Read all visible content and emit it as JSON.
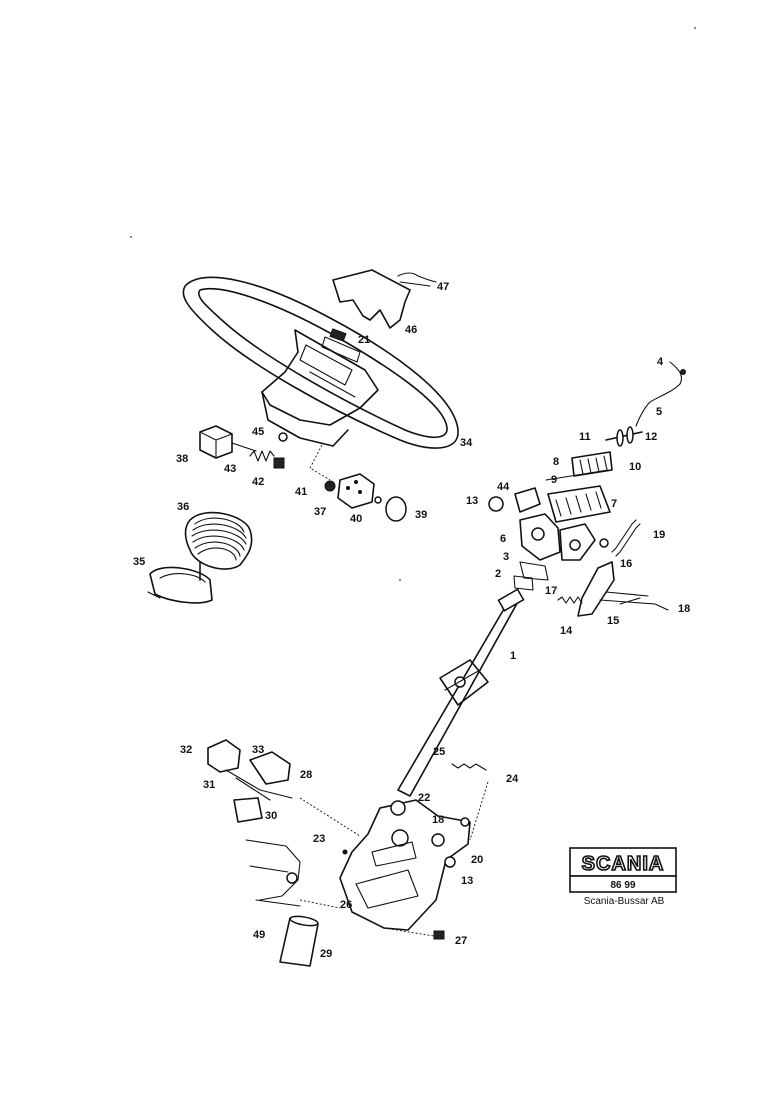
{
  "diagram": {
    "part_labels": [
      {
        "id": "47",
        "text": "47"
      },
      {
        "id": "46",
        "text": "46"
      },
      {
        "id": "21",
        "text": "21"
      },
      {
        "id": "4",
        "text": "4"
      },
      {
        "id": "5",
        "text": "5"
      },
      {
        "id": "11",
        "text": "11"
      },
      {
        "id": "12",
        "text": "12"
      },
      {
        "id": "45",
        "text": "45"
      },
      {
        "id": "34",
        "text": "34"
      },
      {
        "id": "38",
        "text": "38"
      },
      {
        "id": "43",
        "text": "43"
      },
      {
        "id": "42",
        "text": "42"
      },
      {
        "id": "8",
        "text": "8"
      },
      {
        "id": "10",
        "text": "10"
      },
      {
        "id": "9",
        "text": "9"
      },
      {
        "id": "44",
        "text": "44"
      },
      {
        "id": "7",
        "text": "7"
      },
      {
        "id": "13a",
        "text": "13"
      },
      {
        "id": "41",
        "text": "41"
      },
      {
        "id": "37",
        "text": "37"
      },
      {
        "id": "40",
        "text": "40"
      },
      {
        "id": "39",
        "text": "39"
      },
      {
        "id": "36",
        "text": "36"
      },
      {
        "id": "19",
        "text": "19"
      },
      {
        "id": "6",
        "text": "6"
      },
      {
        "id": "3",
        "text": "3"
      },
      {
        "id": "16",
        "text": "16"
      },
      {
        "id": "35",
        "text": "35"
      },
      {
        "id": "2",
        "text": "2"
      },
      {
        "id": "17",
        "text": "17"
      },
      {
        "id": "18",
        "text": "18"
      },
      {
        "id": "14",
        "text": "14"
      },
      {
        "id": "15",
        "text": "15"
      },
      {
        "id": "1",
        "text": "1"
      },
      {
        "id": "32",
        "text": "32"
      },
      {
        "id": "33",
        "text": "33"
      },
      {
        "id": "25",
        "text": "25"
      },
      {
        "id": "31",
        "text": "31"
      },
      {
        "id": "28",
        "text": "28"
      },
      {
        "id": "24",
        "text": "24"
      },
      {
        "id": "22",
        "text": "22"
      },
      {
        "id": "30",
        "text": "30"
      },
      {
        "id": "18b",
        "text": "18"
      },
      {
        "id": "23",
        "text": "23"
      },
      {
        "id": "20",
        "text": "20"
      },
      {
        "id": "13b",
        "text": "13"
      },
      {
        "id": "26",
        "text": "26"
      },
      {
        "id": "49",
        "text": "49"
      },
      {
        "id": "27",
        "text": "27"
      },
      {
        "id": "29",
        "text": "29"
      }
    ]
  },
  "logo": {
    "brand": "SCANIA",
    "code": "86 99",
    "caption": "Scania-Bussar AB"
  }
}
